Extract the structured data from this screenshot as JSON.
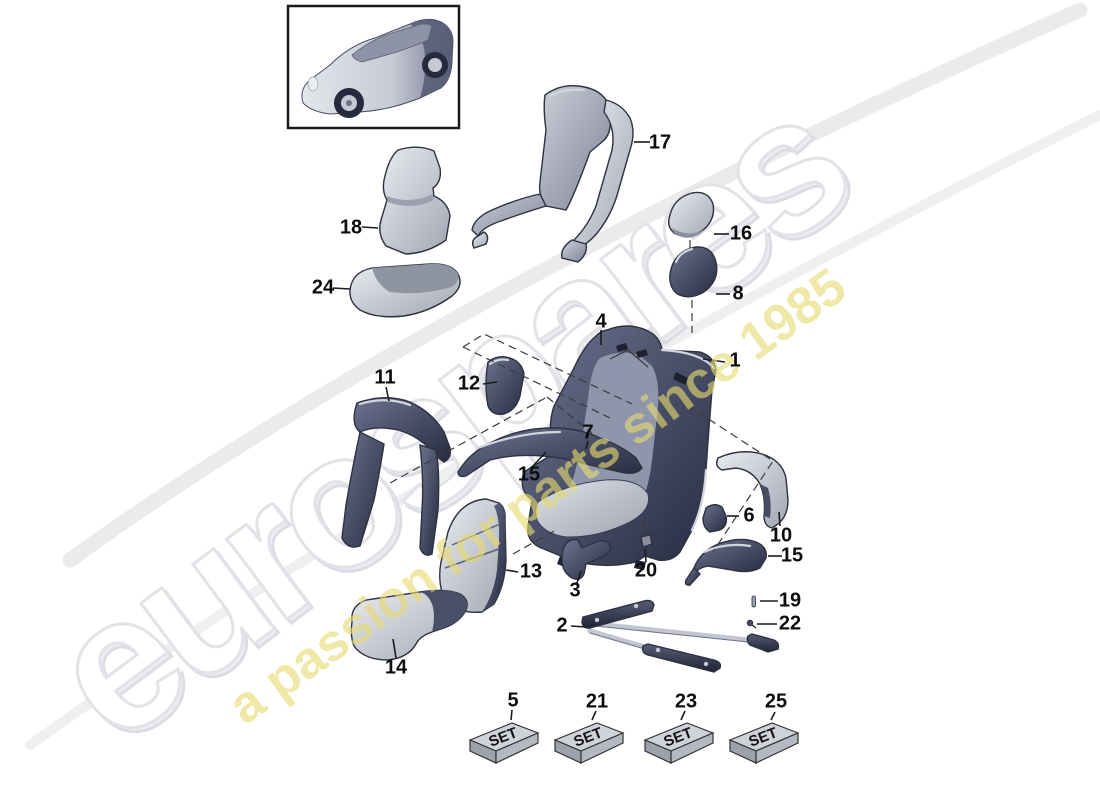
{
  "watermark": {
    "brand": "eurospares",
    "slogan": "a passion for parts since 1985"
  },
  "callouts": [
    {
      "number": "18"
    },
    {
      "number": "17"
    },
    {
      "number": "16"
    },
    {
      "number": "8"
    },
    {
      "number": "24"
    },
    {
      "number": "4"
    },
    {
      "number": "1"
    },
    {
      "number": "11"
    },
    {
      "number": "12"
    },
    {
      "number": "7"
    },
    {
      "number": "15"
    },
    {
      "number": "6"
    },
    {
      "number": "10"
    },
    {
      "number": "15"
    },
    {
      "number": "13"
    },
    {
      "number": "3"
    },
    {
      "number": "20"
    },
    {
      "number": "19"
    },
    {
      "number": "22"
    },
    {
      "number": "2"
    },
    {
      "number": "14"
    }
  ],
  "set_kits": [
    {
      "number": "5",
      "label": "SET"
    },
    {
      "number": "21",
      "label": "SET"
    },
    {
      "number": "23",
      "label": "SET"
    },
    {
      "number": "25",
      "label": "SET"
    }
  ]
}
